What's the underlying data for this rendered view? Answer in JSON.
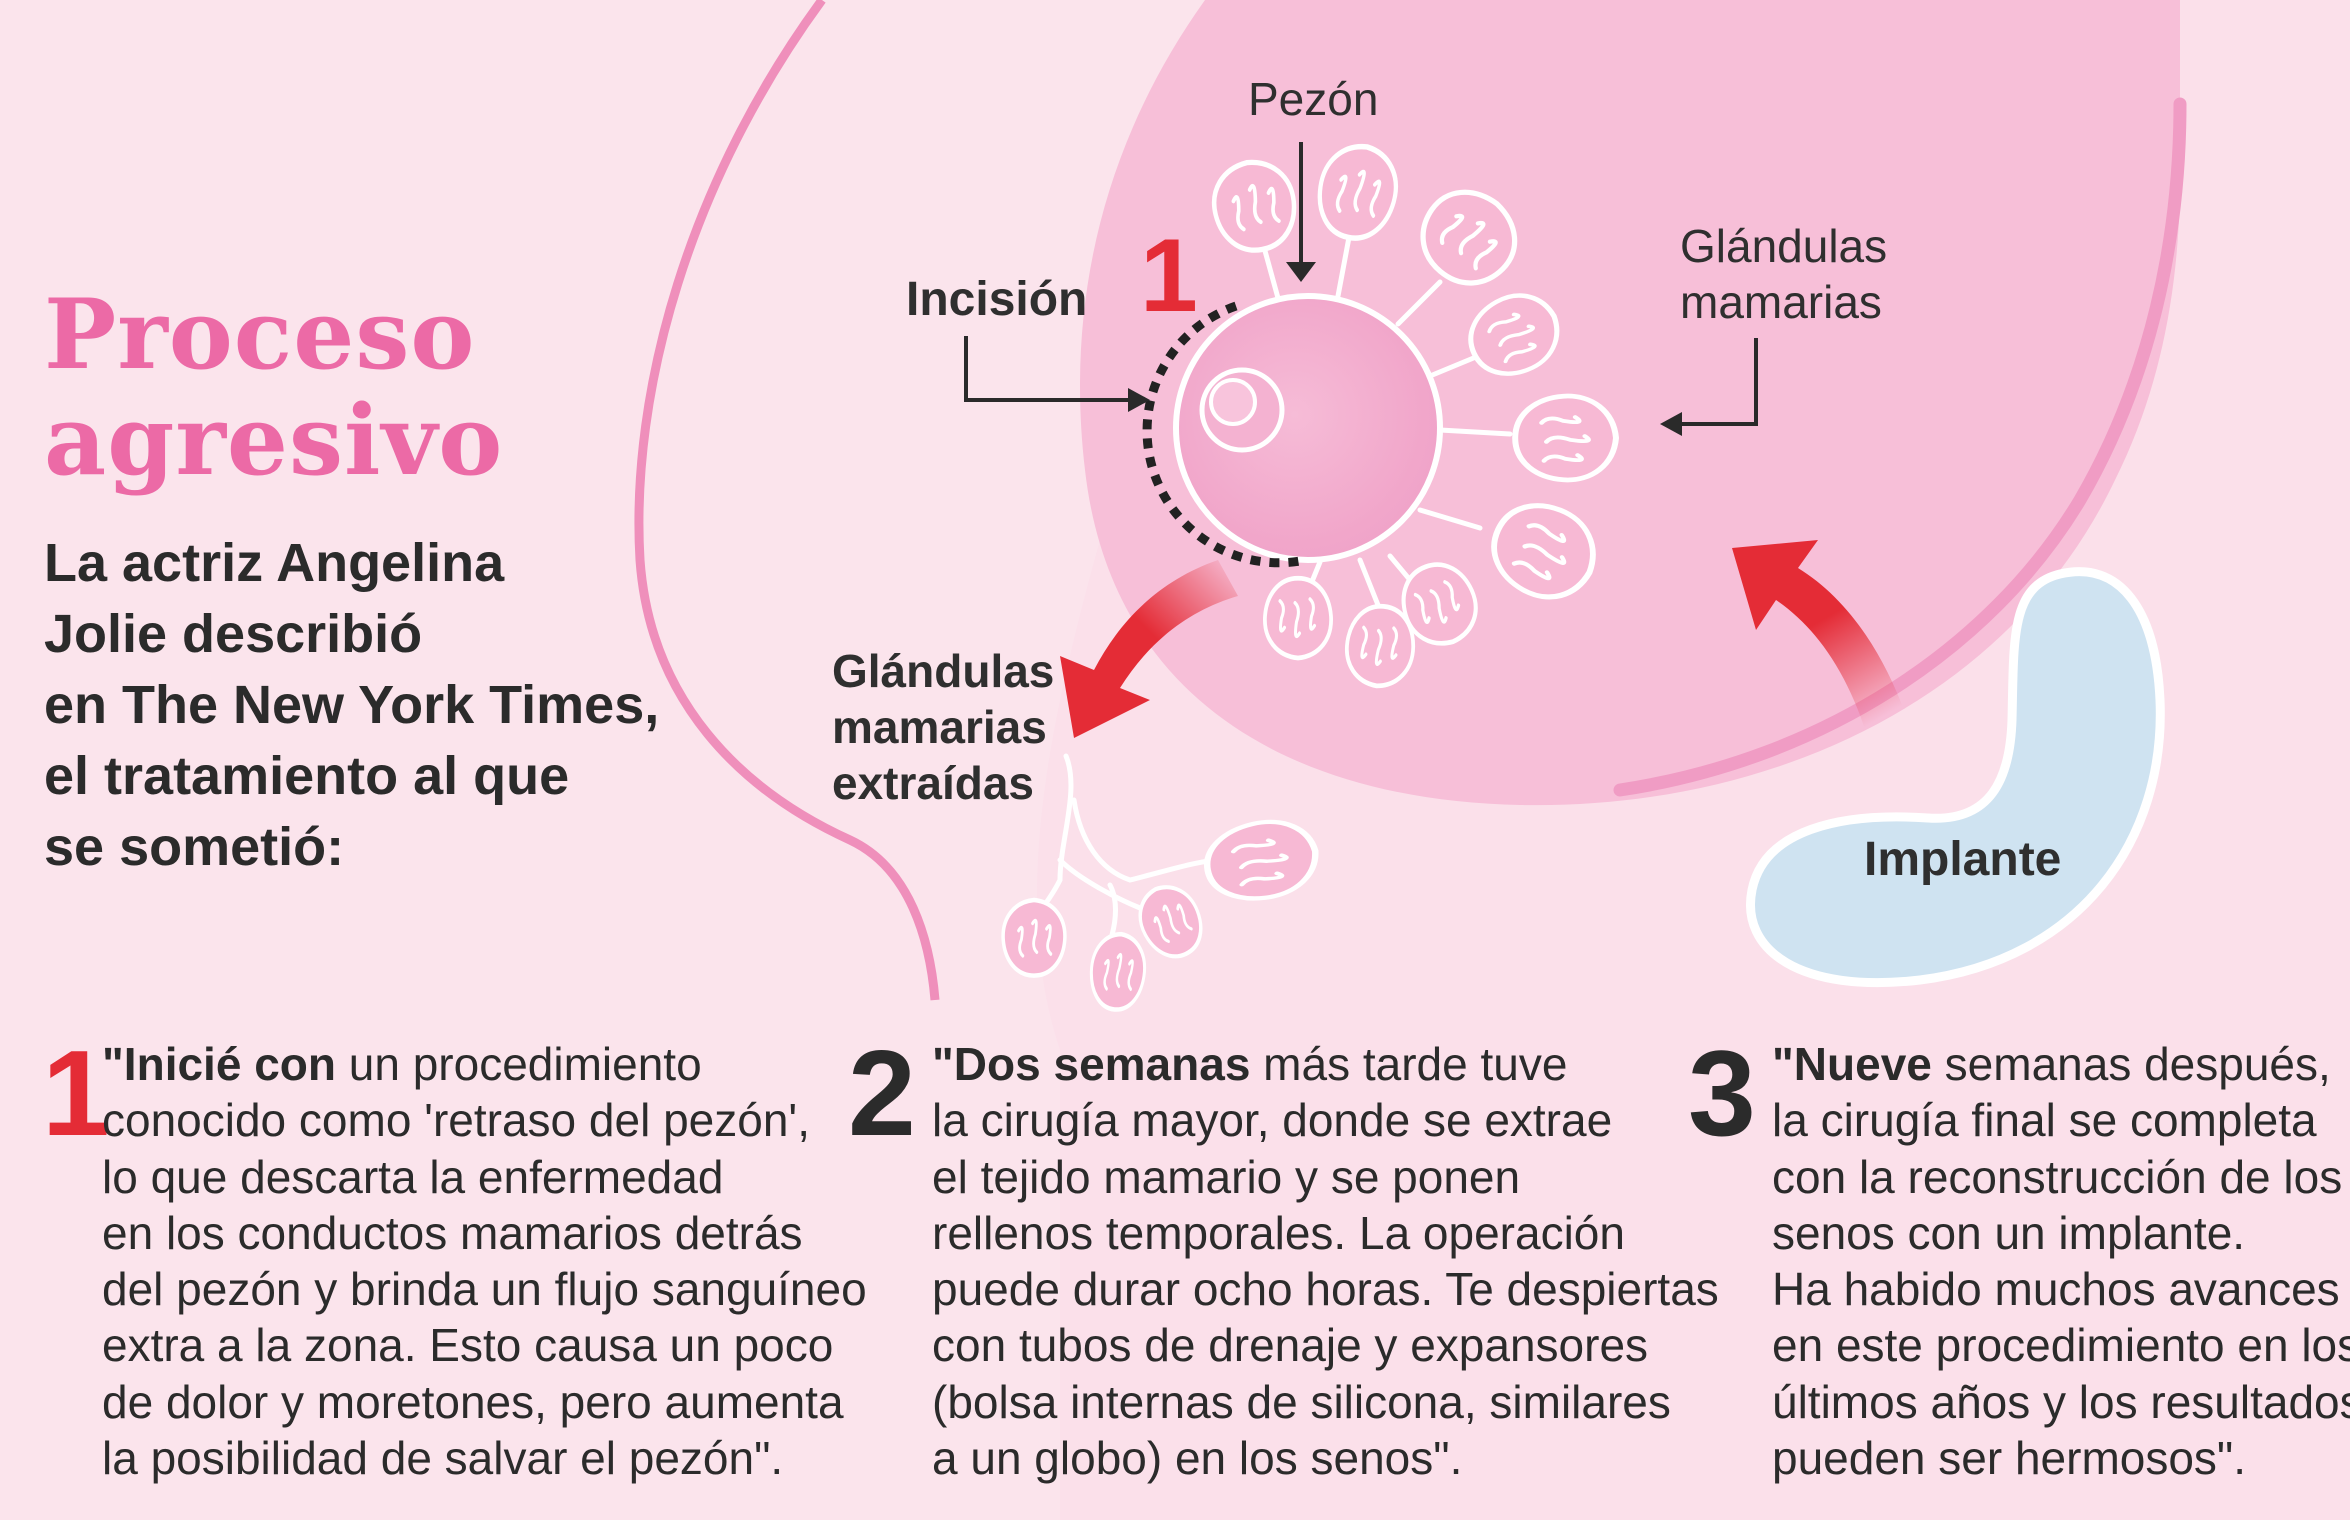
{
  "title": {
    "line1": "Proceso",
    "line2": "agresivo"
  },
  "intro": [
    "La actriz Angelina",
    "Jolie describió",
    "en The New York Times,",
    "el tratamiento al que",
    "se sometió:"
  ],
  "diagram": {
    "label_nipple": "Pezón",
    "label_incision": "Incisión",
    "step_marker": "1",
    "label_glands": [
      "Glándulas",
      "mamarias"
    ],
    "label_extracted": [
      "Glándulas",
      "mamarias",
      "extraídas"
    ],
    "label_implant": "Implante"
  },
  "steps": [
    {
      "number": "1",
      "lead": "\"Inicié con",
      "first_rest": " un procedimiento",
      "lines": [
        "conocido como 'retraso del pezón',",
        "lo que descarta la enfermedad",
        "en los conductos mamarios detrás",
        "del pezón y brinda un flujo sanguíneo",
        "extra a la zona. Esto causa un poco",
        "de dolor y moretones, pero aumenta",
        "la posibilidad de salvar el pezón\"."
      ]
    },
    {
      "number": "2",
      "lead": "\"Dos semanas",
      "first_rest": " más tarde tuve",
      "lines": [
        "la cirugía mayor, donde se extrae",
        "el tejido mamario y se ponen",
        "rellenos temporales. La operación",
        "puede durar ocho horas. Te despiertas",
        "con tubos de drenaje y expansores",
        "(bolsa internas de silicona, similares",
        "a un globo) en los senos\"."
      ]
    },
    {
      "number": "3",
      "lead": "\"Nueve",
      "first_rest": " semanas después,",
      "lines": [
        "la cirugía final se completa",
        "con la reconstrucción de los",
        "senos con un implante.",
        "Ha habido muchos avances",
        "en este procedimiento en los",
        "últimos años y los resultados",
        "pueden ser hermosos\"."
      ]
    }
  ],
  "colors": {
    "background": "#fbe4ec",
    "title_pink": "#ec6aa6",
    "breast_pink": "#f8c8dc",
    "areola_pink": "#f0a0c6",
    "outline_pink": "#ef8fbb",
    "accent_red": "#e42c36",
    "implant_blue": "#cfe3f1",
    "text_dark": "#2b2b2b"
  }
}
